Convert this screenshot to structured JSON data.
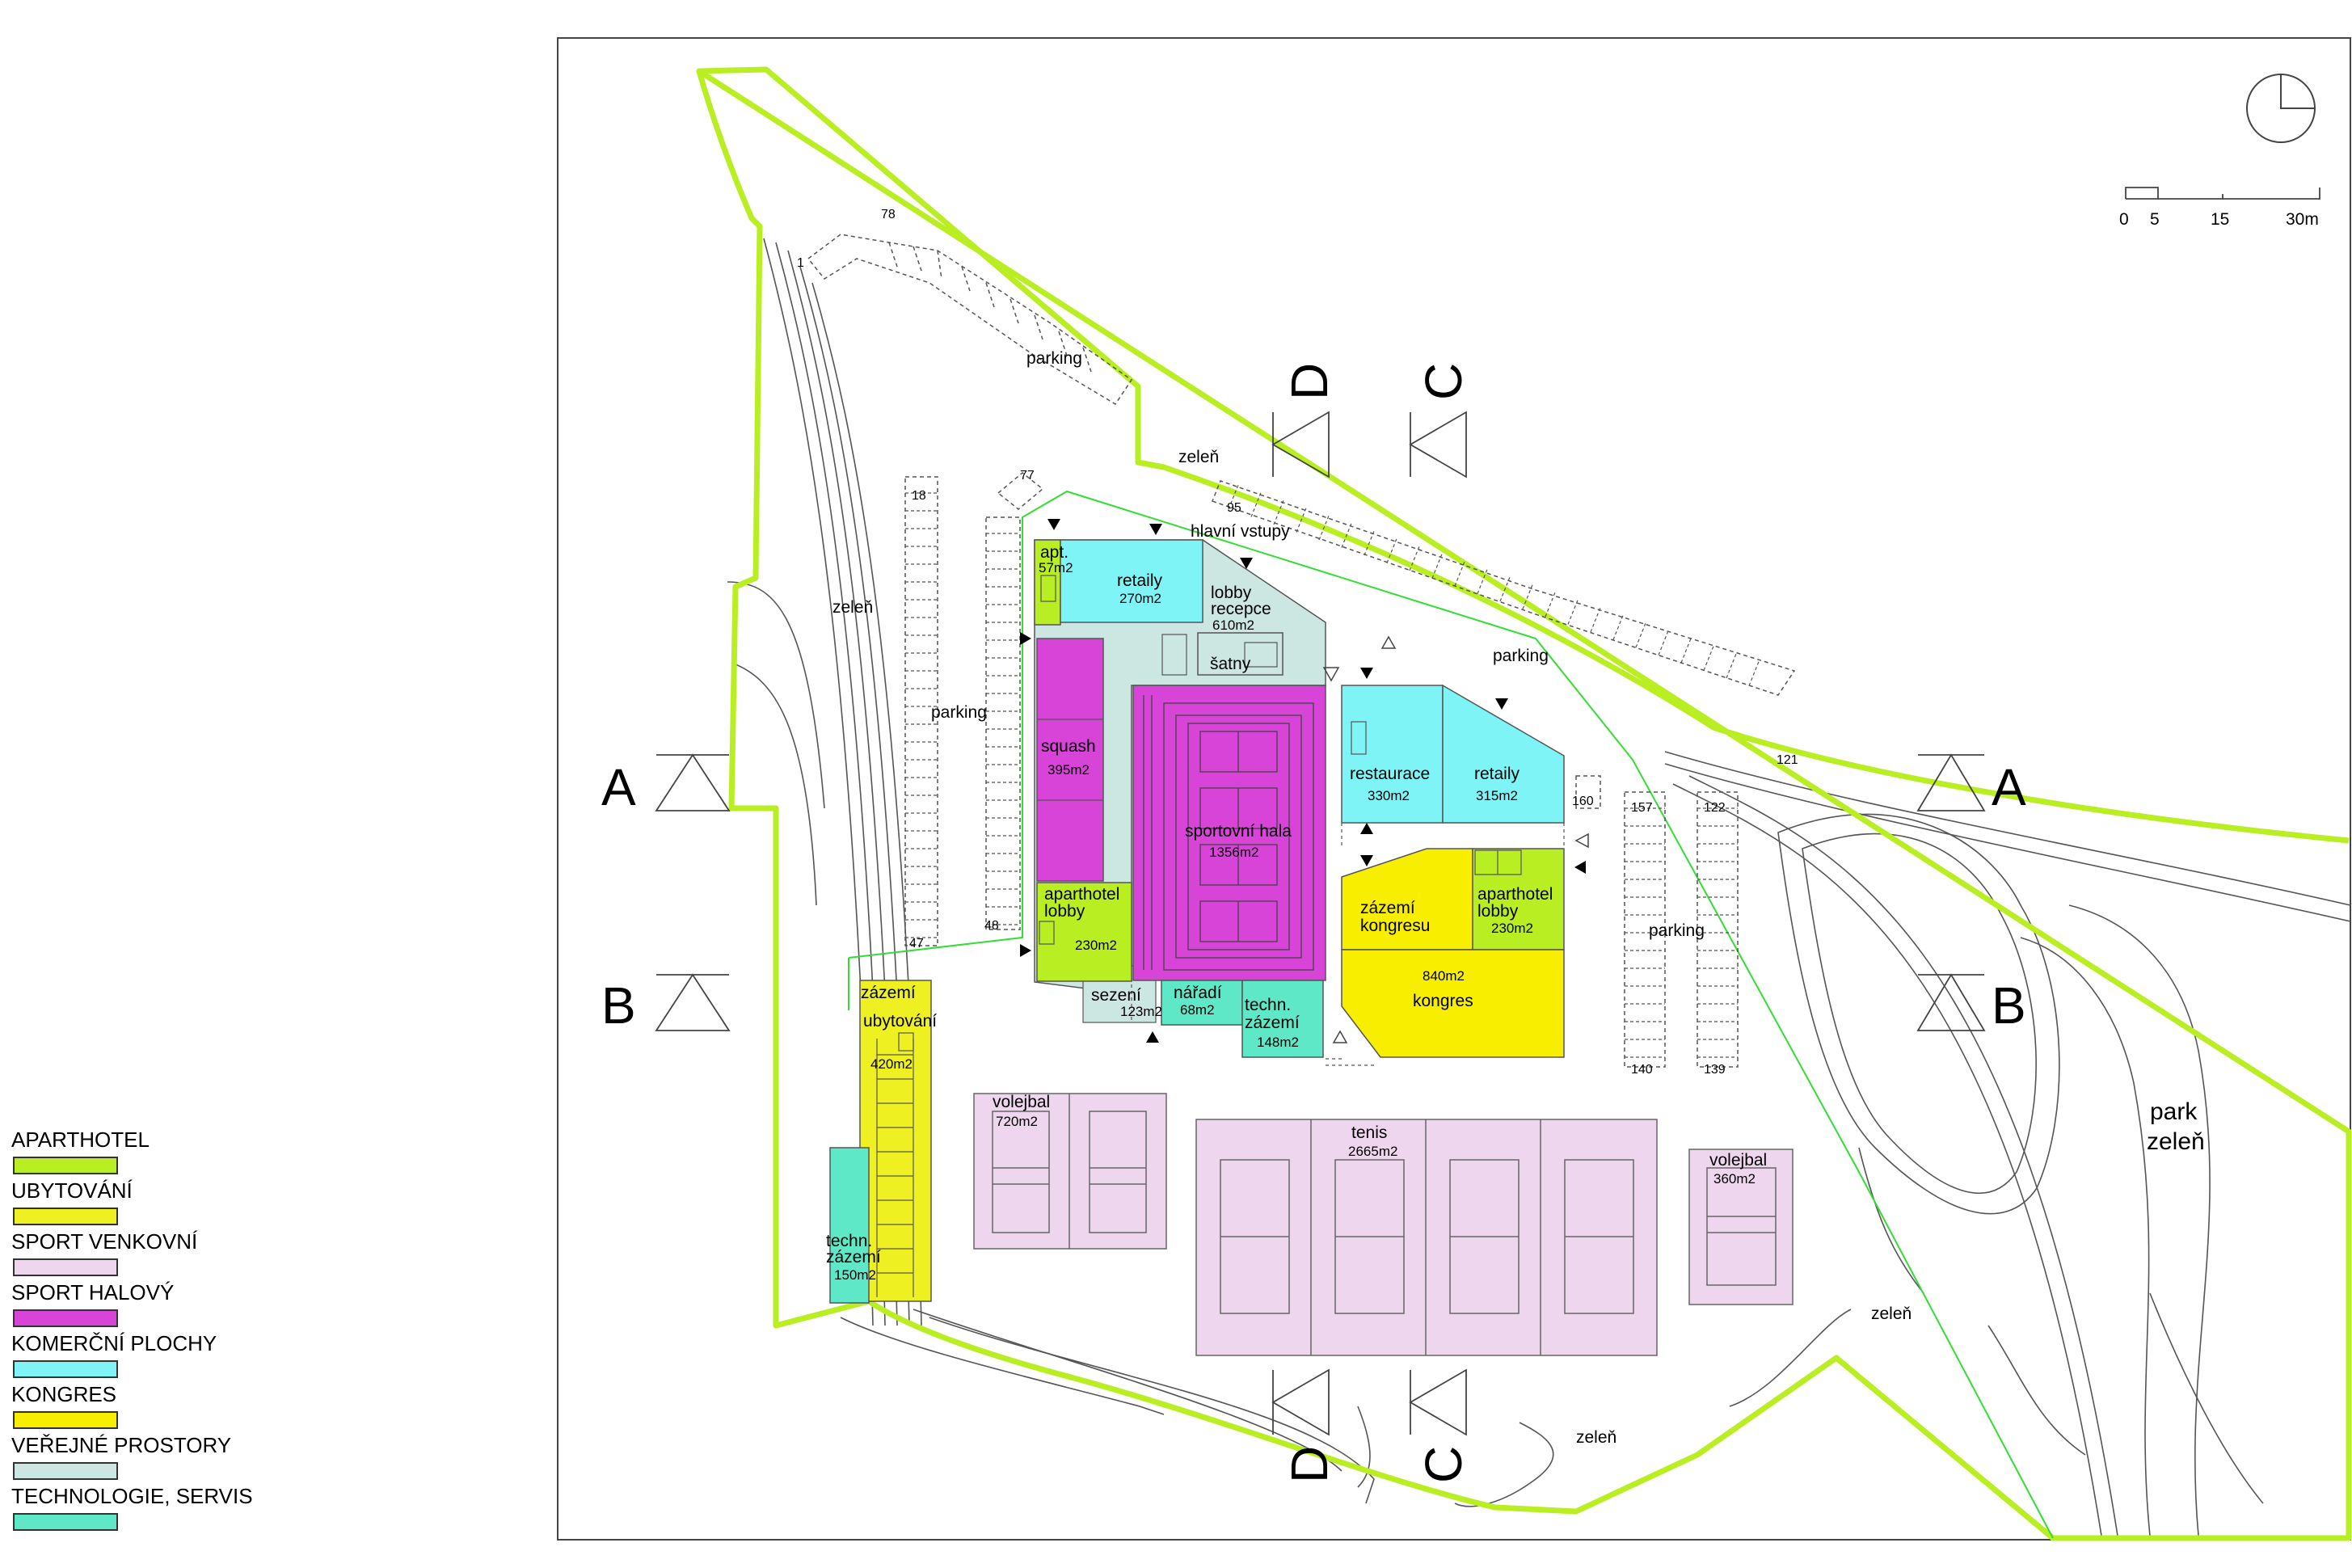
{
  "colors": {
    "aparthotel": "#b9ee22",
    "ubytovani": "#eef022",
    "sport_venkovni": "#efd6ef",
    "sport_halovy": "#d843d8",
    "komercni": "#7ef4f7",
    "kongres": "#f7ee00",
    "verejne": "#cce6e2",
    "technologie": "#5fe8c8",
    "boundary": "#b9ee22",
    "site_line": "#33dd33"
  },
  "legend": [
    {
      "label": "APARTHOTEL",
      "color": "#b9ee22"
    },
    {
      "label": "UBYTOVÁNÍ",
      "color": "#eef022"
    },
    {
      "label": "SPORT VENKOVNÍ",
      "color": "#efd6ef"
    },
    {
      "label": "SPORT HALOVÝ",
      "color": "#d843d8"
    },
    {
      "label": "KOMERČNÍ PLOCHY",
      "color": "#7ef4f7"
    },
    {
      "label": "KONGRES",
      "color": "#f7ee00"
    },
    {
      "label": "VEŘEJNÉ PROSTORY",
      "color": "#cce6e2"
    },
    {
      "label": "TECHNOLOGIE, SERVIS",
      "color": "#5fe8c8"
    }
  ],
  "scale": {
    "ticks": [
      "0",
      "5",
      "15",
      "30m"
    ]
  },
  "sections": {
    "a": "A",
    "b": "B",
    "c": "C",
    "d": "D"
  },
  "labels": {
    "parking": "parking",
    "zelen": "zeleň",
    "hlavni_vstupy": "hlavní vstupy",
    "park": "park",
    "park_zelen": "zeleň",
    "apt": "apt.",
    "apt_area": "57m2",
    "retaily1": "retaily",
    "retaily1_area": "270m2",
    "lobby": "lobby",
    "recepce": "recepce",
    "lobby_area": "610m2",
    "satny": "šatny",
    "squash": "squash",
    "squash_area": "395m2",
    "sportovni_hala": "sportovní hala",
    "hala_area": "1356m2",
    "aparthotel": "aparthotel",
    "lobby2": "lobby",
    "aparthotel_lobby1_area": "230m2",
    "sezeni": "sezení",
    "sezeni_area": "123m2",
    "naradi": "nářadí",
    "naradi_area": "68m2",
    "techn": "techn.",
    "zazemi": "zázemí",
    "techn_area": "148m2",
    "restaurace": "restaurace",
    "restaurace_area": "330m2",
    "retaily2": "retaily",
    "retaily2_area": "315m2",
    "zazemi_kongresu1": "zázemí",
    "zazemi_kongresu2": "kongresu",
    "aparthotel2": "aparthotel",
    "lobby3": "lobby",
    "aparthotel_lobby2_area": "230m2",
    "kongres": "kongres",
    "kongres_area": "840m2",
    "zazemi_ubytovani1": "zázemí",
    "zazemi_ubytovani2": "ubytování",
    "ubytovani_area": "420m2",
    "techn_zazemi1": "techn.",
    "techn_zazemi2": "zázemí",
    "techn_zazemi_area": "150m2",
    "volejbal1": "volejbal",
    "volejbal1_area": "720m2",
    "tenis": "tenis",
    "tenis_area": "2665m2",
    "volejbal2": "volejbal",
    "volejbal2_area": "360m2"
  },
  "parking_numbers": {
    "p78": "78",
    "p1": "1",
    "p18": "18",
    "p77": "77",
    "p48": "48",
    "p47": "47",
    "p95": "95",
    "p121": "121",
    "p160": "160",
    "p157": "157",
    "p122": "122",
    "p140": "140",
    "p139": "139"
  }
}
